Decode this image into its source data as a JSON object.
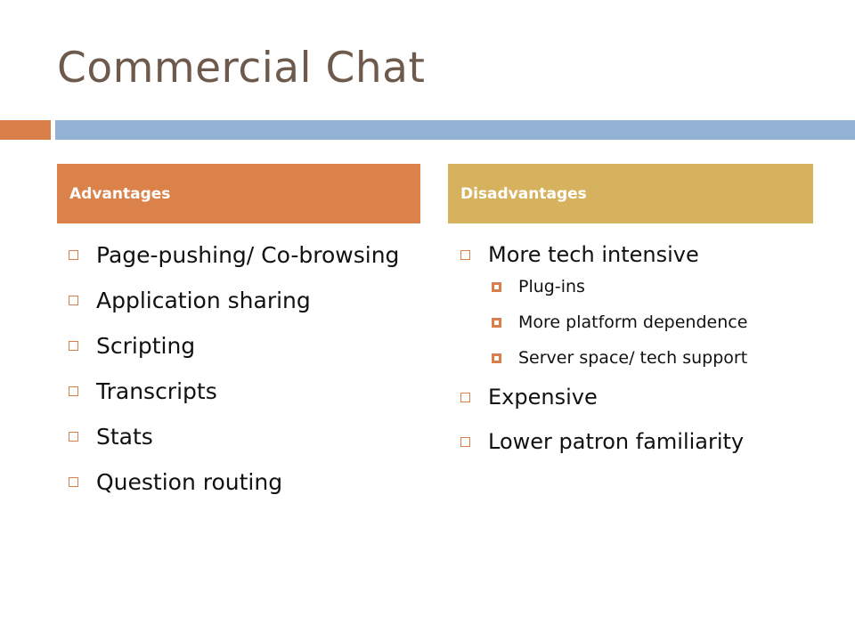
{
  "slide": {
    "title": "Commercial Chat"
  },
  "columns": {
    "advantages": {
      "header": "Advantages",
      "items": [
        "Page-pushing/ Co-browsing",
        "Application sharing",
        "Scripting",
        "Transcripts",
        "Stats",
        "Question routing"
      ]
    },
    "disadvantages": {
      "header": "Disadvantages",
      "items": [
        {
          "label": "More tech intensive",
          "subitems": [
            "Plug-ins",
            "More platform dependence",
            "Server space/ tech support"
          ]
        },
        {
          "label": "Expensive"
        },
        {
          "label": "Lower patron familiarity"
        }
      ]
    }
  },
  "colors": {
    "title": "#6e5a4c",
    "accent_orange": "#db824b",
    "accent_gold": "#d6b25e",
    "accent_blue": "#94b2d4"
  },
  "icons": {
    "bullet": "hollow-square-bullet-icon",
    "sub_bullet": "filled-square-bullet-icon"
  }
}
